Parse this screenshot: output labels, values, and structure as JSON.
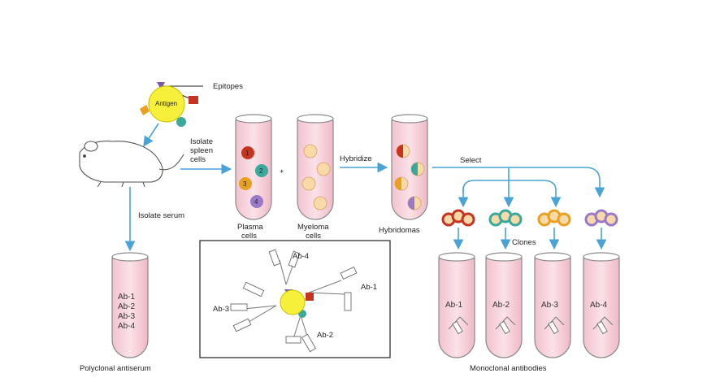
{
  "labels": {
    "epitopes": "Epitopes",
    "antigen": "Antigen",
    "isolate_spleen_1": "Isolate",
    "isolate_spleen_2": "spleen",
    "isolate_spleen_3": "cells",
    "isolate_serum": "Isolate serum",
    "plasma_1": "Plasma",
    "plasma_2": "cells",
    "myeloma_1": "Myeloma",
    "myeloma_2": "cells",
    "plus": "+",
    "hybridize": "Hybridize",
    "hybridomas": "Hybridomas",
    "select": "Select",
    "clones": "Clones",
    "polyclonal": "Polyclonal antiserum",
    "monoclonal": "Monoclonal antibodies"
  },
  "antibodies": [
    "Ab-1",
    "Ab-2",
    "Ab-3",
    "Ab-4"
  ],
  "inset_labels": {
    "ab1": "Ab-1",
    "ab2": "Ab-2",
    "ab3": "Ab-3",
    "ab4": "Ab-4"
  },
  "plasma_cell_numbers": [
    "1",
    "2",
    "3",
    "4"
  ],
  "colors": {
    "arrow": "#4aa3d6",
    "tube_fill": "#f6d3dc",
    "tube_stroke": "#8a8a8a",
    "antigen": "#f7f03a",
    "epitope_red": "#c8331f",
    "epitope_teal": "#3aa89a",
    "epitope_orange": "#e8a020",
    "epitope_purple": "#7a5aa8",
    "myeloma": "#f8d9a8"
  }
}
